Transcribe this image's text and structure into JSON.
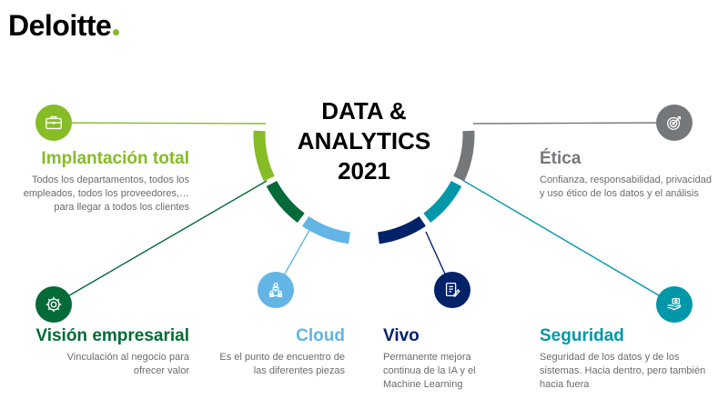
{
  "brand": {
    "name": "Deloitte",
    "dot_color": "#86BC25"
  },
  "title": {
    "line1": "DATA &",
    "line2": "ANALYTICS",
    "line3": "2021"
  },
  "pillars": [
    {
      "key": "implantacion",
      "title": "Implantación total",
      "description": "Todos los departamentos, todos los empleados, todos los proveedores,… para llegar a todos los clientes",
      "color": "#86BC25",
      "icon": "briefcase-icon"
    },
    {
      "key": "vision",
      "title": "Visión empresarial",
      "description": "Vinculación al negocio para ofrecer valor",
      "color": "#046A38",
      "icon": "gear-cog-icon"
    },
    {
      "key": "cloud",
      "title": "Cloud",
      "description": "Es el punto de encuentro de las diferentes piezas",
      "color": "#62B5E5",
      "icon": "network-nodes-icon"
    },
    {
      "key": "vivo",
      "title": "Vivo",
      "description": "Permanente mejora continua de la IA y el Machine Learning",
      "color": "#012169",
      "icon": "document-edit-icon"
    },
    {
      "key": "seguridad",
      "title": "Seguridad",
      "description": "Seguridad de los datos y de los sistemas. Hacia dentro, pero también hacia fuera",
      "color": "#0097A9",
      "icon": "money-hand-icon"
    },
    {
      "key": "etica",
      "title": "Ética",
      "description": "Confianza, responsabilidad, privacidad y uso ético de los datos y el análisis",
      "color": "#75787B",
      "icon": "target-icon"
    }
  ]
}
